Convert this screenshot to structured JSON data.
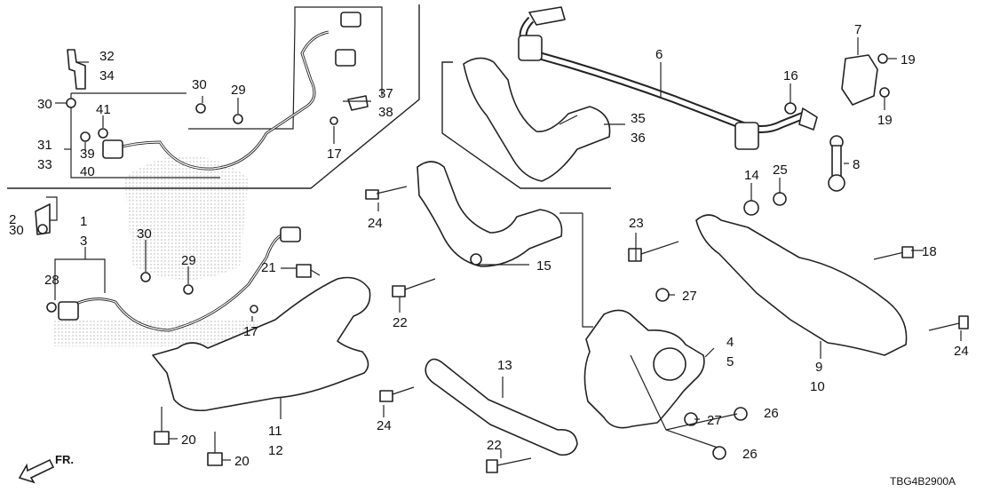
{
  "diagram": {
    "code": "TBG4B2900A",
    "direction": "FR.",
    "callouts": {
      "c1": "1",
      "c2": "2",
      "c3": "3",
      "c4": "4",
      "c5": "5",
      "c6": "6",
      "c7": "7",
      "c8": "8",
      "c9": "9",
      "c10": "10",
      "c11": "11",
      "c12": "12",
      "c13": "13",
      "c14": "14",
      "c15": "15",
      "c16": "16",
      "c17": "17",
      "c18": "18",
      "c19": "19",
      "c20": "20",
      "c21": "21",
      "c22": "22",
      "c23": "23",
      "c24": "24",
      "c25": "25",
      "c26": "26",
      "c27": "27",
      "c28": "28",
      "c29": "29",
      "c30": "30",
      "c31": "31",
      "c32": "32",
      "c33": "33",
      "c34": "34",
      "c35": "35",
      "c36": "36",
      "c37": "37",
      "c38": "38",
      "c39": "39",
      "c40": "40",
      "c41": "41"
    }
  }
}
